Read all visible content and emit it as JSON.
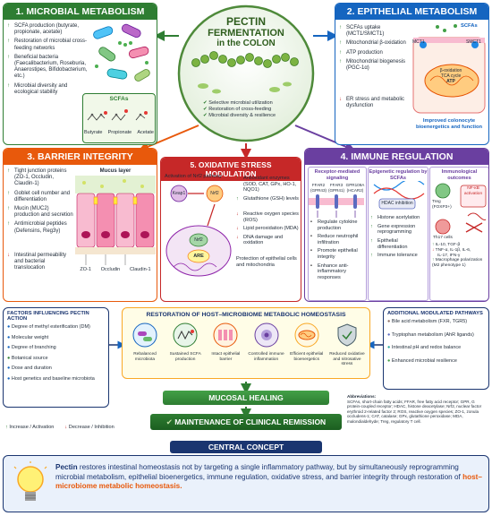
{
  "center": {
    "title_l1": "PECTIN",
    "title_l2": "FERMENTATION",
    "title_l3": "in the COLON",
    "bullets": [
      "Selective microbial utilization",
      "Restoration of cross-feeding",
      "Microbial diversity & resilience"
    ]
  },
  "p1": {
    "title": "1. MICROBIAL METABOLISM",
    "items": [
      "SCFA production (butyrate, propionate, acetate)",
      "Restoration of microbial cross-feeding networks",
      "Beneficial bacteria (Faecalibacterium, Roseburia, Anaerostipes, Bifidobacterium, etc.)",
      "Microbial diversity and ecological stability"
    ],
    "scfa_title": "SCFAs",
    "scfas": [
      "Butyrate",
      "Propionate",
      "Acetate"
    ]
  },
  "p2": {
    "title": "2. EPITHELIAL METABOLISM",
    "items": [
      "SCFAs uptake (MCT1/SMCT1)",
      "Mitochondrial β-oxidation",
      "ATP production",
      "Mitochondrial biogenesis (PGC-1α)"
    ],
    "down_item": "ER stress and metabolic dysfunction",
    "diagram": {
      "scfas": "SCFAs",
      "mct1": "MCT1",
      "smct1": "SMCT1",
      "b_ox": "β-oxidation",
      "tca": "TCA cycle",
      "atp": "ATP"
    },
    "caption": "Improved colonocyte bioenergetics and function"
  },
  "p3": {
    "title": "3. BARRIER INTEGRITY",
    "items": [
      "Tight junction proteins (ZO-1, Occludin, Claudin-1)",
      "Goblet cell number and differentiation",
      "Mucin (MUC2) production and secretion",
      "Antimicrobial peptides (Defensins, Reg3γ)"
    ],
    "down_item": "Intestinal permeability and bacterial translocation",
    "mucus": "Mucus layer",
    "labels": [
      "ZO-1",
      "Occludin",
      "Claudin-1"
    ]
  },
  "p5": {
    "title": "5. OXIDATIVE STRESS MODULATION",
    "activation": "Activation of Nrf2 pathway",
    "keap1": "Keap1",
    "nrf2": "Nrf2",
    "are": "ARE",
    "up": [
      "Antioxidant enzymes (SOD, CAT, GPx, HO-1, NQO1)",
      "Glutathione (GSH) levels"
    ],
    "down": [
      "Reactive oxygen species (ROS)",
      "Lipid peroxidation (MDA)",
      "DNA damage and oxidation"
    ],
    "protection": "Protection of epithelial cells and mitochondria"
  },
  "p4": {
    "title": "4. IMMUNE REGULATION",
    "col1_title": "Receptor-mediated signaling",
    "receptors": [
      "FFAR2 (GPR43)",
      "FFAR3 (GPR41)",
      "GPR109A (HCAR2)"
    ],
    "col1_items": [
      "Regulate cytokine production",
      "Reduce neutrophil infiltration",
      "Promote epithelial integrity",
      "Enhance anti-inflammatory responses"
    ],
    "col2_title": "Epigenetic regulation by SCFAs",
    "hdac": "HDAC inhibition",
    "col2_items": [
      "Histone acetylation",
      "Gene expression reprogramming",
      "Epithelial differentiation",
      "Immune tolerance"
    ],
    "col3_title": "Immunological outcomes",
    "treg": "Treg (FOXP3+)",
    "nfkb": "NF-κB activation",
    "th17": "Th17 cells",
    "cytokines": "IL-10, TGF-β",
    "down_cyt": [
      "TNF-α, IL-1β, IL-6,",
      "IL-17, IFN-γ"
    ],
    "macro": "Macrophage polarization (M2 phenotype 1)"
  },
  "factors": {
    "title": "FACTORS INFLUENCING PECTIN ACTION",
    "items": [
      "Degree of methyl esterification (DM)",
      "Molecular weight",
      "Degree of branching",
      "Botanical source",
      "Dose and duration",
      "Host genetics and baseline microbiota"
    ]
  },
  "restoration": {
    "title": "RESTORATION OF HOST–MICROBIOME METABOLIC HOMEOSTASIS",
    "icons": [
      "Rebalanced microbiota",
      "Sustained SCFA production",
      "Intact epithelial barrier",
      "Controlled immune inflammation",
      "Efficient epithelial bioenergetics",
      "Reduced oxidative and nitrosative stress"
    ]
  },
  "additional": {
    "title": "ADDITIONAL MODULATED PATHWAYS",
    "items": [
      "Bile acid metabolism (FXR, TGR5)",
      "Tryptophan metabolism (AhR ligands)",
      "Intestinal pH and redox balance",
      "Enhanced microbial resilience"
    ]
  },
  "mucosal": "MUCOSAL HEALING",
  "remission": "MAINTENANCE OF CLINICAL REMISSION",
  "legend": {
    "up": "Increase / Activation",
    "down": "Decrease / Inhibition"
  },
  "abbr": {
    "title": "Abbreviations:",
    "text": "SCFAs, short-chain fatty acids; FFAR, free fatty acid receptor; GPR, G protein-coupled receptor; HDAC, histone deacetylase; Nrf2, nuclear factor erythroid 2-related factor 2; ROS, reactive oxygen species; ZO-1, zonula occludens-1; CAT, catalase; GPx, glutathione peroxidase; MDA, malondialdehyde; Treg, regulatory T cell."
  },
  "concept": {
    "title": "CENTRAL CONCEPT",
    "lead": "Pectin",
    "text": " restores intestinal homeostasis not by targeting a single inflammatory pathway, but by simultaneously reprogramming microbial metabolism, epithelial bioenergetics, immune regulation, oxidative stress, and barrier integrity through restoration of ",
    "highlight": "host–microbiome metabolic homeostasis."
  },
  "colors": {
    "green": "#2e7d32",
    "blue": "#1565c0",
    "orange": "#e8590c",
    "red": "#c62828",
    "purple": "#6a3fa0",
    "navy": "#1a3570"
  }
}
